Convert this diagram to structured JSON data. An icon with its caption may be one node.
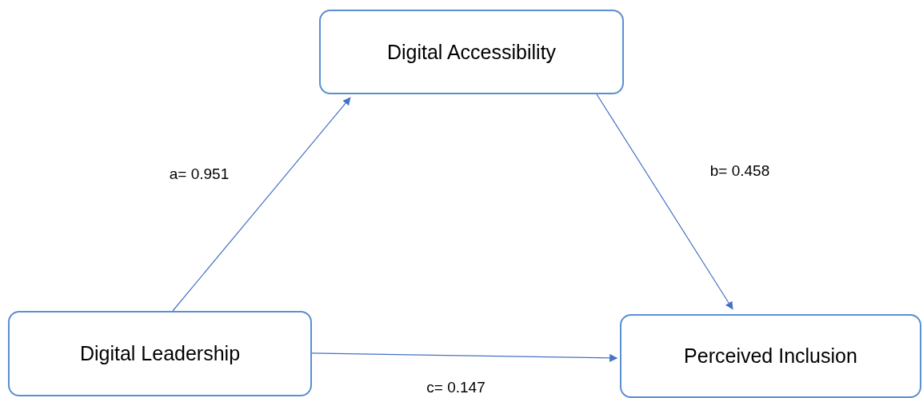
{
  "diagram": {
    "nodes": [
      {
        "text": [
          "Digital Accessibility"
        ]
      },
      {
        "text": [
          "Digital Leadership"
        ]
      },
      {
        "text": [
          "Perceived Inclusion"
        ]
      }
    ],
    "edges": [
      {
        "from": 1,
        "to": 0,
        "arrow": "to",
        "label": "a= 0.951"
      },
      {
        "from": 0,
        "to": 2,
        "arrow": "to",
        "label": "b= 0.458"
      },
      {
        "from": 1,
        "to": 2,
        "arrow": "to",
        "label": "c= 0.147"
      }
    ]
  }
}
